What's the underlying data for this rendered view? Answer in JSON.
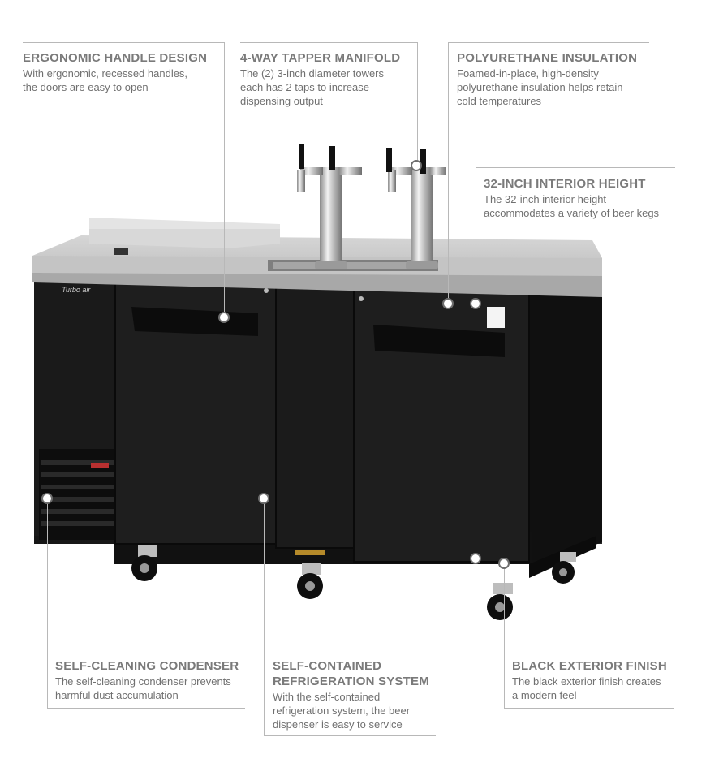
{
  "callouts": {
    "handle": {
      "title": "ERGONOMIC HANDLE DESIGN",
      "desc": [
        "With ergonomic, recessed handles,",
        "the doors are easy to open"
      ]
    },
    "tapper": {
      "title": "4-WAY TAPPER MANIFOLD",
      "desc": [
        "The (2) 3-inch diameter towers",
        "each has 2 taps to increase",
        "dispensing output"
      ]
    },
    "insulation": {
      "title": "POLYURETHANE INSULATION",
      "desc": [
        "Foamed-in-place, high-density",
        "polyurethane insulation helps retain",
        "cold temperatures"
      ]
    },
    "height": {
      "title": "32-INCH INTERIOR HEIGHT",
      "desc": [
        "The 32-inch interior height",
        "accommodates a variety of beer kegs"
      ]
    },
    "condenser": {
      "title": "SELF-CLEANING CONDENSER",
      "desc": [
        "The self-cleaning condenser prevents",
        "harmful dust accumulation"
      ]
    },
    "refrigeration": {
      "title": [
        "SELF-CONTAINED",
        "REFRIGERATION SYSTEM"
      ],
      "desc": [
        "With the self-contained",
        "refrigeration system, the beer",
        "dispenser is easy to service"
      ]
    },
    "finish": {
      "title": "BLACK EXTERIOR FINISH",
      "desc": [
        "The black exterior finish creates",
        "a modern feel"
      ]
    }
  },
  "product": {
    "brand": "Turbo air",
    "colors": {
      "body": "#1c1c1c",
      "steel": "#c9c9c9",
      "steel_dark": "#9a9a9a",
      "chrome": "#d8d8d8"
    }
  }
}
